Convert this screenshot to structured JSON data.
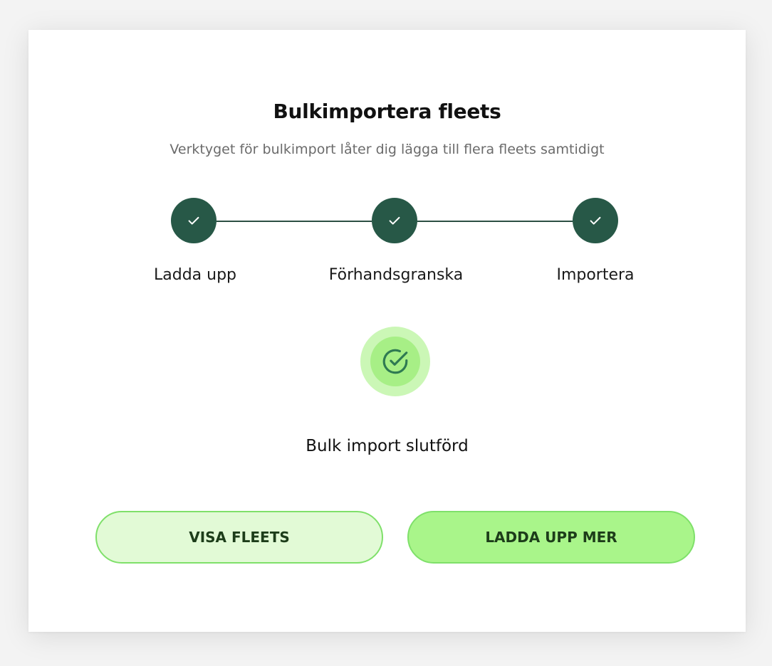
{
  "dialog": {
    "title": "Bulkimportera fleets",
    "subtitle": "Verktyget för bulkimport låter dig lägga till flera fleets samtidigt"
  },
  "stepper": {
    "steps": [
      {
        "label": "Ladda upp",
        "status": "completed",
        "icon": "check-icon"
      },
      {
        "label": "Förhandsgranska",
        "status": "completed",
        "icon": "check-icon"
      },
      {
        "label": "Importera",
        "status": "completed",
        "icon": "check-icon"
      }
    ],
    "colors": {
      "completed": "#275847",
      "connector": "#2c4f43"
    }
  },
  "result": {
    "icon": "check-circle-icon",
    "message": "Bulk import slutförd",
    "colors": {
      "outer": "#cbf7b6",
      "inner": "#a7ef86",
      "icon": "#2f7a52"
    }
  },
  "actions": {
    "view_fleets_label": "VISA FLEETS",
    "upload_more_label": "LADDA UPP MER",
    "colors": {
      "secondary_bg": "#e2fad6",
      "primary_bg": "#a9f58a",
      "border": "#7fe06a"
    }
  }
}
